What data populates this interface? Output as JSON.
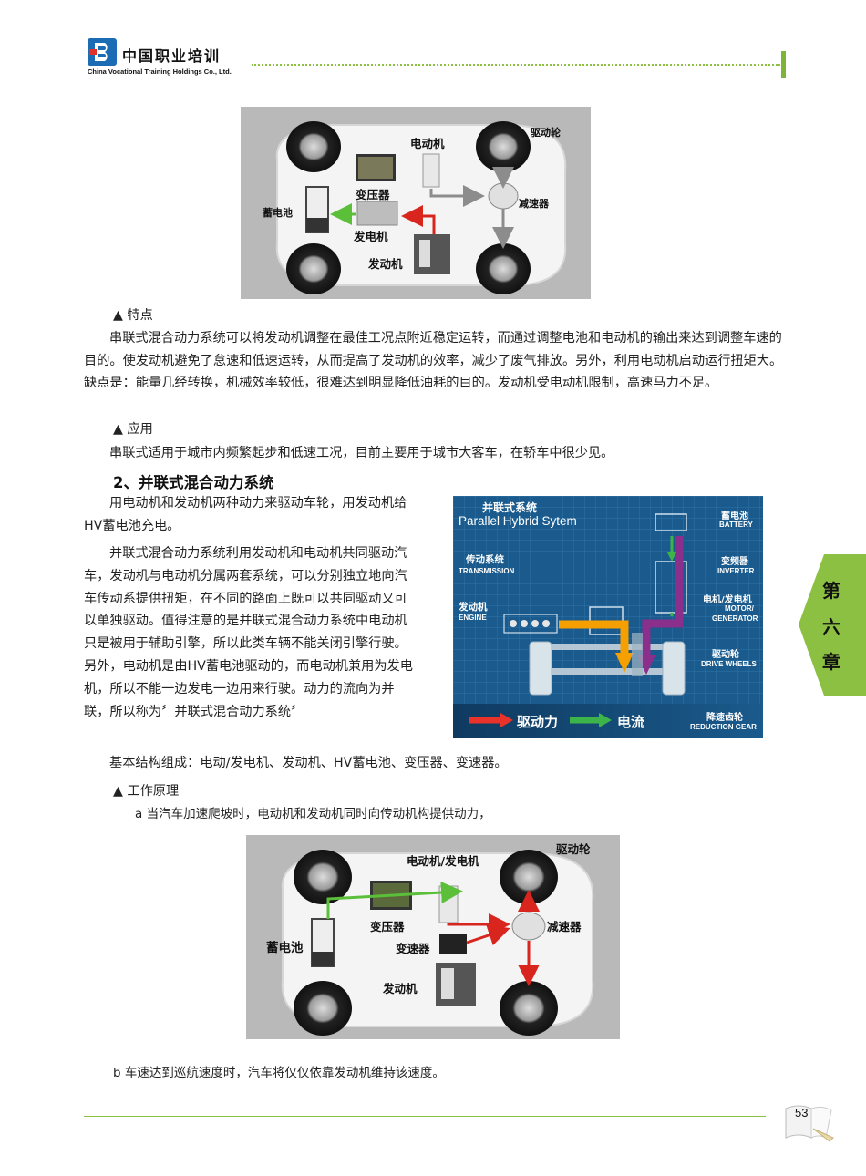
{
  "header": {
    "logo_cn": "中国职业培训",
    "logo_en": "China Vocational Training Holdings Co., Ltd."
  },
  "figure1": {
    "labels": {
      "motor": "电动机",
      "drive_wheel": "驱动轮",
      "transformer": "变压器",
      "reducer": "减速器",
      "battery": "蓄电池",
      "generator": "发电机",
      "engine": "发动机"
    }
  },
  "section_series": {
    "features_title": "▲ 特点",
    "features_body": "串联式混合动力系统可以将发动机调整在最佳工况点附近稳定运转，而通过调整电池和电动机的输出来达到调整车速的目的。使发动机避免了怠速和低速运转，从而提高了发动机的效率，减少了废气排放。另外，利用电动机启动运行扭矩大。缺点是：能量几经转换，机械效率较低，很难达到明显降低油耗的目的。发动机受电动机限制，高速马力不足。",
    "application_title": "▲ 应用",
    "application_body": "串联式适用于城市内频繁起步和低速工况，目前主要用于城市大客车，在轿车中很少见。"
  },
  "section_parallel": {
    "heading": "2、并联式混合动力系统",
    "intro": "用电动机和发动机两种动力来驱动车轮，用发动机给HV蓄电池充电。",
    "body": "并联式混合动力系统利用发动机和电动机共同驱动汽车，发动机与电动机分属两套系统，可以分别独立地向汽车传动系提供扭矩，在不同的路面上既可以共同驱动又可以单独驱动。值得注意的是并联式混合动力系统中电动机只是被用于辅助引擎，所以此类车辆不能关闭引擎行驶。另外，电动机是由HV蓄电池驱动的，而电动机兼用为发电机，所以不能一边发电一边用来行驶。动力的流向为并联，所以称为〞并联式混合动力系统〞",
    "composition": "基本结构组成：电动/发电机、发动机、HV蓄电池、变压器、变速器。",
    "principle_title": "▲ 工作原理",
    "item_a": "a 当汽车加速爬坡时，电动机和发动机同时向传动机构提供动力，",
    "item_b": "b 车速达到巡航速度时，汽车将仅仅依靠发动机维持该速度。"
  },
  "figure_parallel": {
    "title_cn": "并联式系统",
    "title_en": "Parallel Hybrid Sytem",
    "transmission_cn": "传动系统",
    "transmission_en": "TRANSMISSION",
    "engine_cn": "发动机",
    "engine_en": "ENGINE",
    "battery_cn": "蓄电池",
    "battery_en": "BATTERY",
    "inverter_cn": "变频器",
    "inverter_en": "INVERTER",
    "motor_cn": "电机/发电机",
    "motor_en1": "MOTOR/",
    "motor_en2": "GENERATOR",
    "wheels_cn": "驱动轮",
    "wheels_en": "DRIVE WHEELS",
    "gear_cn": "降速齿轮",
    "gear_en": "REDUCTION GEAR",
    "legend_drive": "驱动力",
    "legend_current": "电流",
    "colors": {
      "drive": "#e8322a",
      "current": "#3cb44a",
      "engine_flow": "#f5a000",
      "motor_flow": "#8a2f8c"
    }
  },
  "figure2": {
    "labels": {
      "motor_generator": "电动机/发电机",
      "drive_wheel": "驱动轮",
      "transformer": "变压器",
      "reducer": "减速器",
      "battery": "蓄电池",
      "gearbox": "变速器",
      "engine": "发动机"
    }
  },
  "chapter_tab": {
    "c1": "第",
    "c2": "六",
    "c3": "章"
  },
  "footer": {
    "page": "53"
  }
}
